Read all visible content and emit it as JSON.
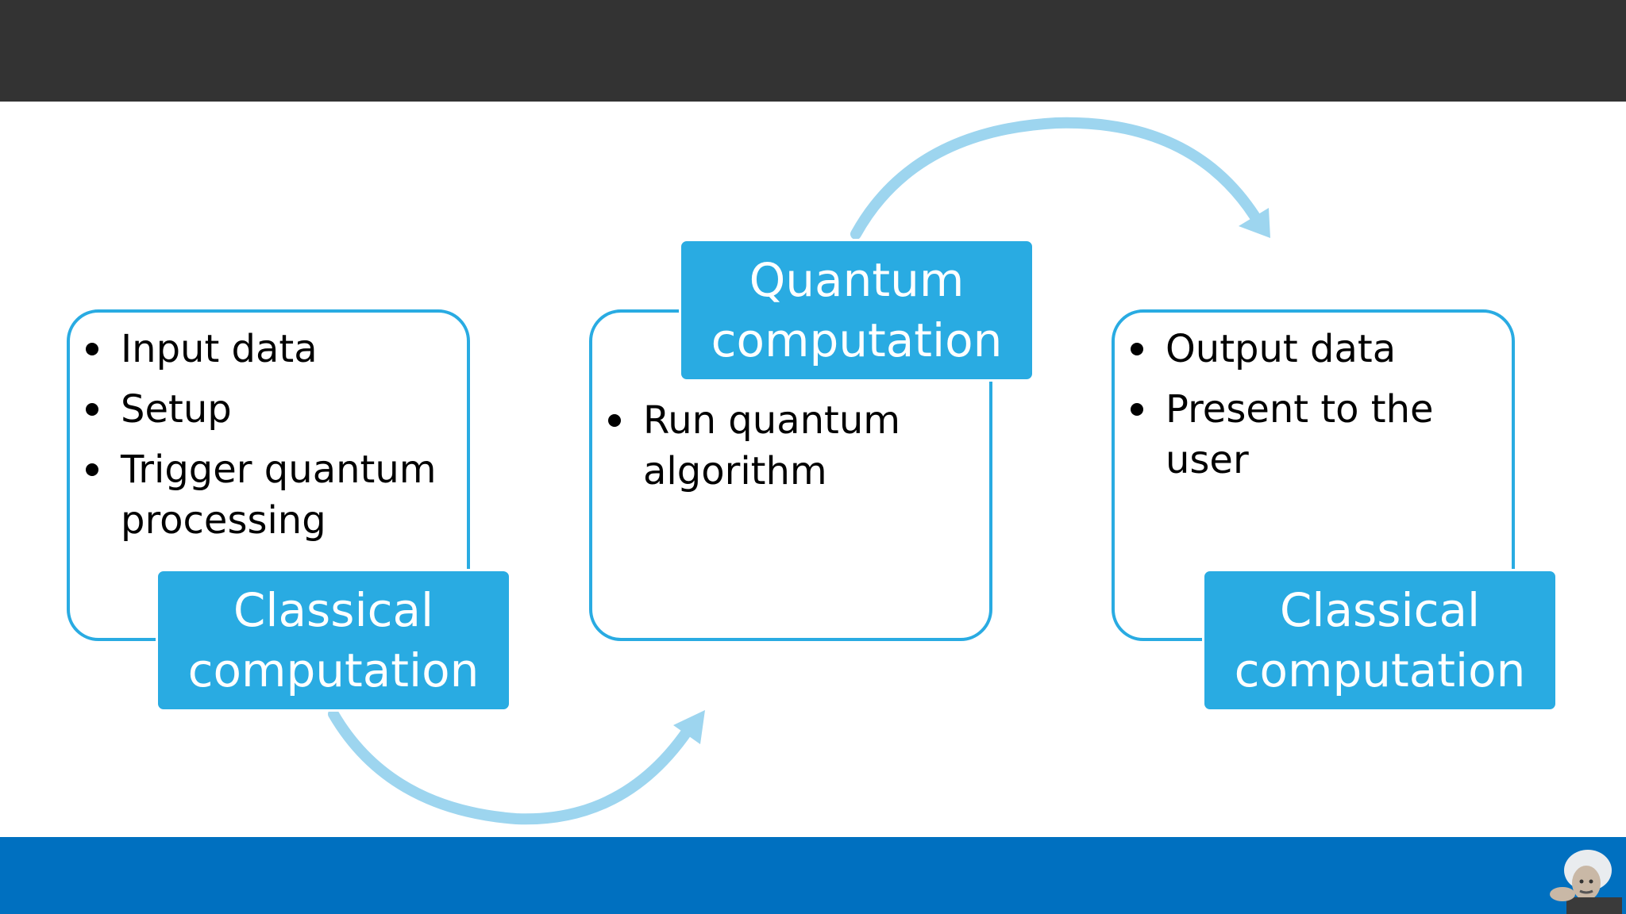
{
  "colors": {
    "top_bar": "#333333",
    "bottom_bar": "#0070c0",
    "box_accent": "#29abe2",
    "arrow": "#9dd5ef"
  },
  "stages": [
    {
      "label": "Classical\ncomputation",
      "items": [
        "Input data",
        "Setup",
        "Trigger quantum processing"
      ]
    },
    {
      "label": "Quantum\ncomputation",
      "items": [
        "Run quantum algorithm"
      ]
    },
    {
      "label": "Classical\ncomputation",
      "items": [
        "Output data",
        "Present to the user"
      ]
    }
  ],
  "arrows": [
    {
      "from": "Classical computation",
      "to": "Quantum computation"
    },
    {
      "from": "Quantum computation",
      "to": "Classical computation"
    }
  ],
  "portrait_icon": "portrait-thumbnail-icon"
}
